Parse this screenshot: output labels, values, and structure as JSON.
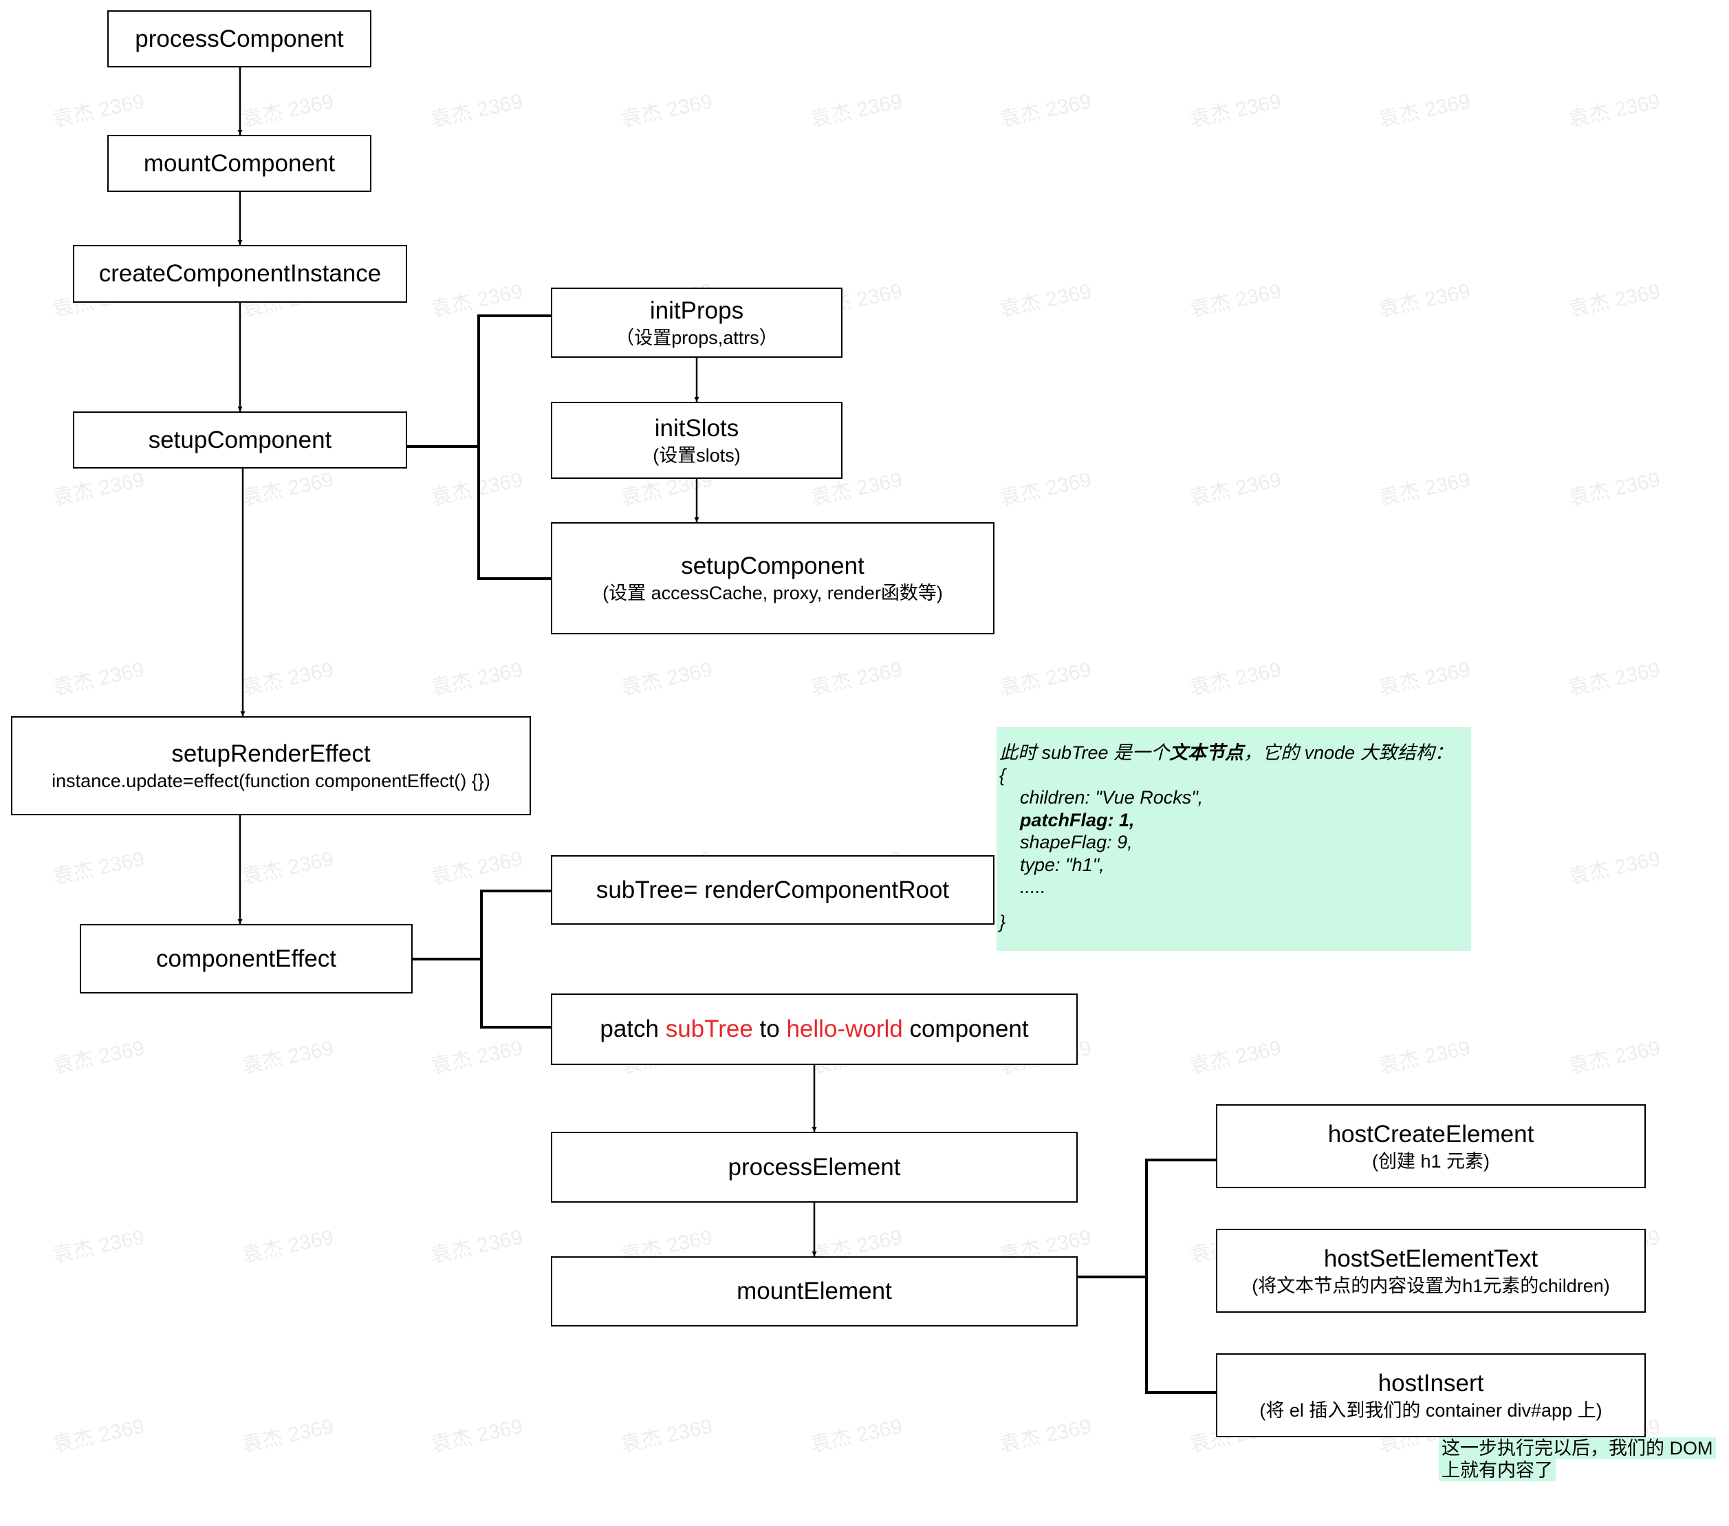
{
  "nodes": {
    "processComponent": {
      "title": "processComponent"
    },
    "mountComponent": {
      "title": "mountComponent"
    },
    "createComponentInstance": {
      "title": "createComponentInstance"
    },
    "setupComponent": {
      "title": "setupComponent"
    },
    "initProps": {
      "title": "initProps",
      "subtitle": "（设置props,attrs）"
    },
    "initSlots": {
      "title": "initSlots",
      "subtitle": "(设置slots)"
    },
    "setupComponentInner": {
      "title": "setupComponent",
      "subtitle": "(设置 accessCache, proxy, render函数等)"
    },
    "setupRenderEffect": {
      "title": "setupRenderEffect",
      "subtitle": "instance.update=effect(function componentEffect() {})"
    },
    "componentEffect": {
      "title": "componentEffect"
    },
    "renderRoot": {
      "title": "subTree= renderComponentRoot"
    },
    "patch": {
      "p1": "patch ",
      "p2": "subTree",
      "p3": " to ",
      "p4": "hello-world",
      "p5": " component"
    },
    "processElement": {
      "title": "processElement"
    },
    "mountElement": {
      "title": "mountElement"
    },
    "hostCreateElement": {
      "title": "hostCreateElement",
      "subtitle": "(创建 h1 元素)"
    },
    "hostSetElementText": {
      "title": "hostSetElementText",
      "subtitle": "(将文本节点的内容设置为h1元素的children)"
    },
    "hostInsert": {
      "title": "hostInsert",
      "subtitle": "(将 el 插入到我们的 container div#app 上)"
    }
  },
  "note": {
    "line1_a": "此时 subTree 是一个",
    "line1_b": "文本节点",
    "line1_c": "，它的 vnode 大致结构：",
    "open": "{",
    "children": "children: \"Vue Rocks\",",
    "patchFlag": "patchFlag: 1,",
    "shapeFlag": "shapeFlag: 9,",
    "type": "type: \"h1\",",
    "ellipsis": ".....",
    "close": "}"
  },
  "footnote": {
    "line1": "这一步执行完以后，我们的 DOM",
    "line2": "上就有内容了"
  },
  "watermark": "袁杰 2369",
  "colors": {
    "highlight": "#e8262a",
    "note_bg": "#ccf9e4",
    "border": "#000000"
  }
}
